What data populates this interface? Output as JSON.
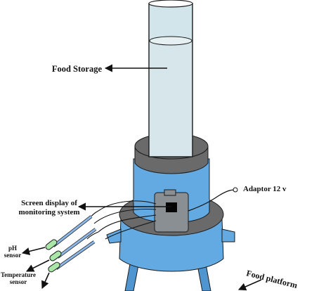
{
  "labels": {
    "food_storage": "Food Storage",
    "adaptor": "Adaptor 12 v",
    "screen_display_line1": "Screen display of",
    "screen_display_line2": "monitoring system",
    "ph_sensor_line1": "pH",
    "ph_sensor_line2": "sensor",
    "temp_sensor_line1": "Temperature",
    "temp_sensor_line2": "sensor",
    "food_platform": "Food platform"
  },
  "colors": {
    "tube_fill": "#d2e5ea",
    "liquid_fill": "#d7e6ea",
    "collar": "#6a6a6a",
    "body_blue": "#63a9e2",
    "body_blue_dark": "#4f95d0",
    "monitor": "#8a8f93",
    "screen": "#050505",
    "sensor_green": "#a9e6a8",
    "probe_blue": "#8cb6e6",
    "outline": "#1a1a1a"
  }
}
